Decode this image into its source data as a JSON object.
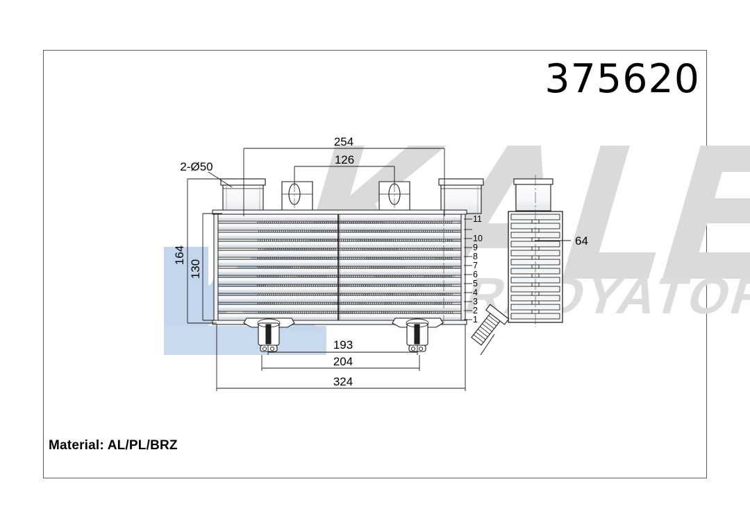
{
  "sheet": {
    "part_number": "375620",
    "material_label": "Material: AL/PL/BRZ",
    "border_color": "#58585a",
    "background": "#ffffff",
    "line_color": "#1a1a1a",
    "watermark_gray": "#d9d9d9",
    "watermark_blue": "#bdd2ea"
  },
  "watermark": {
    "brand": "KALE",
    "sub": "OTO RADYATÖR"
  },
  "dimensions": {
    "top_overall": "254",
    "top_inner": "126",
    "port_note": "2-Ø50",
    "left_outer": "164",
    "left_inner": "130",
    "side_width": "64",
    "bottom_pins": "193",
    "bottom_mid": "204",
    "bottom_overall": "324"
  },
  "row_labels": [
    "1",
    "2",
    "3",
    "4",
    "5",
    "6",
    "7",
    "8",
    "9",
    "10",
    "11"
  ],
  "views": {
    "front_view_name": "front-elevation",
    "side_view_name": "side-elevation",
    "detail_name": "stud-detail"
  }
}
